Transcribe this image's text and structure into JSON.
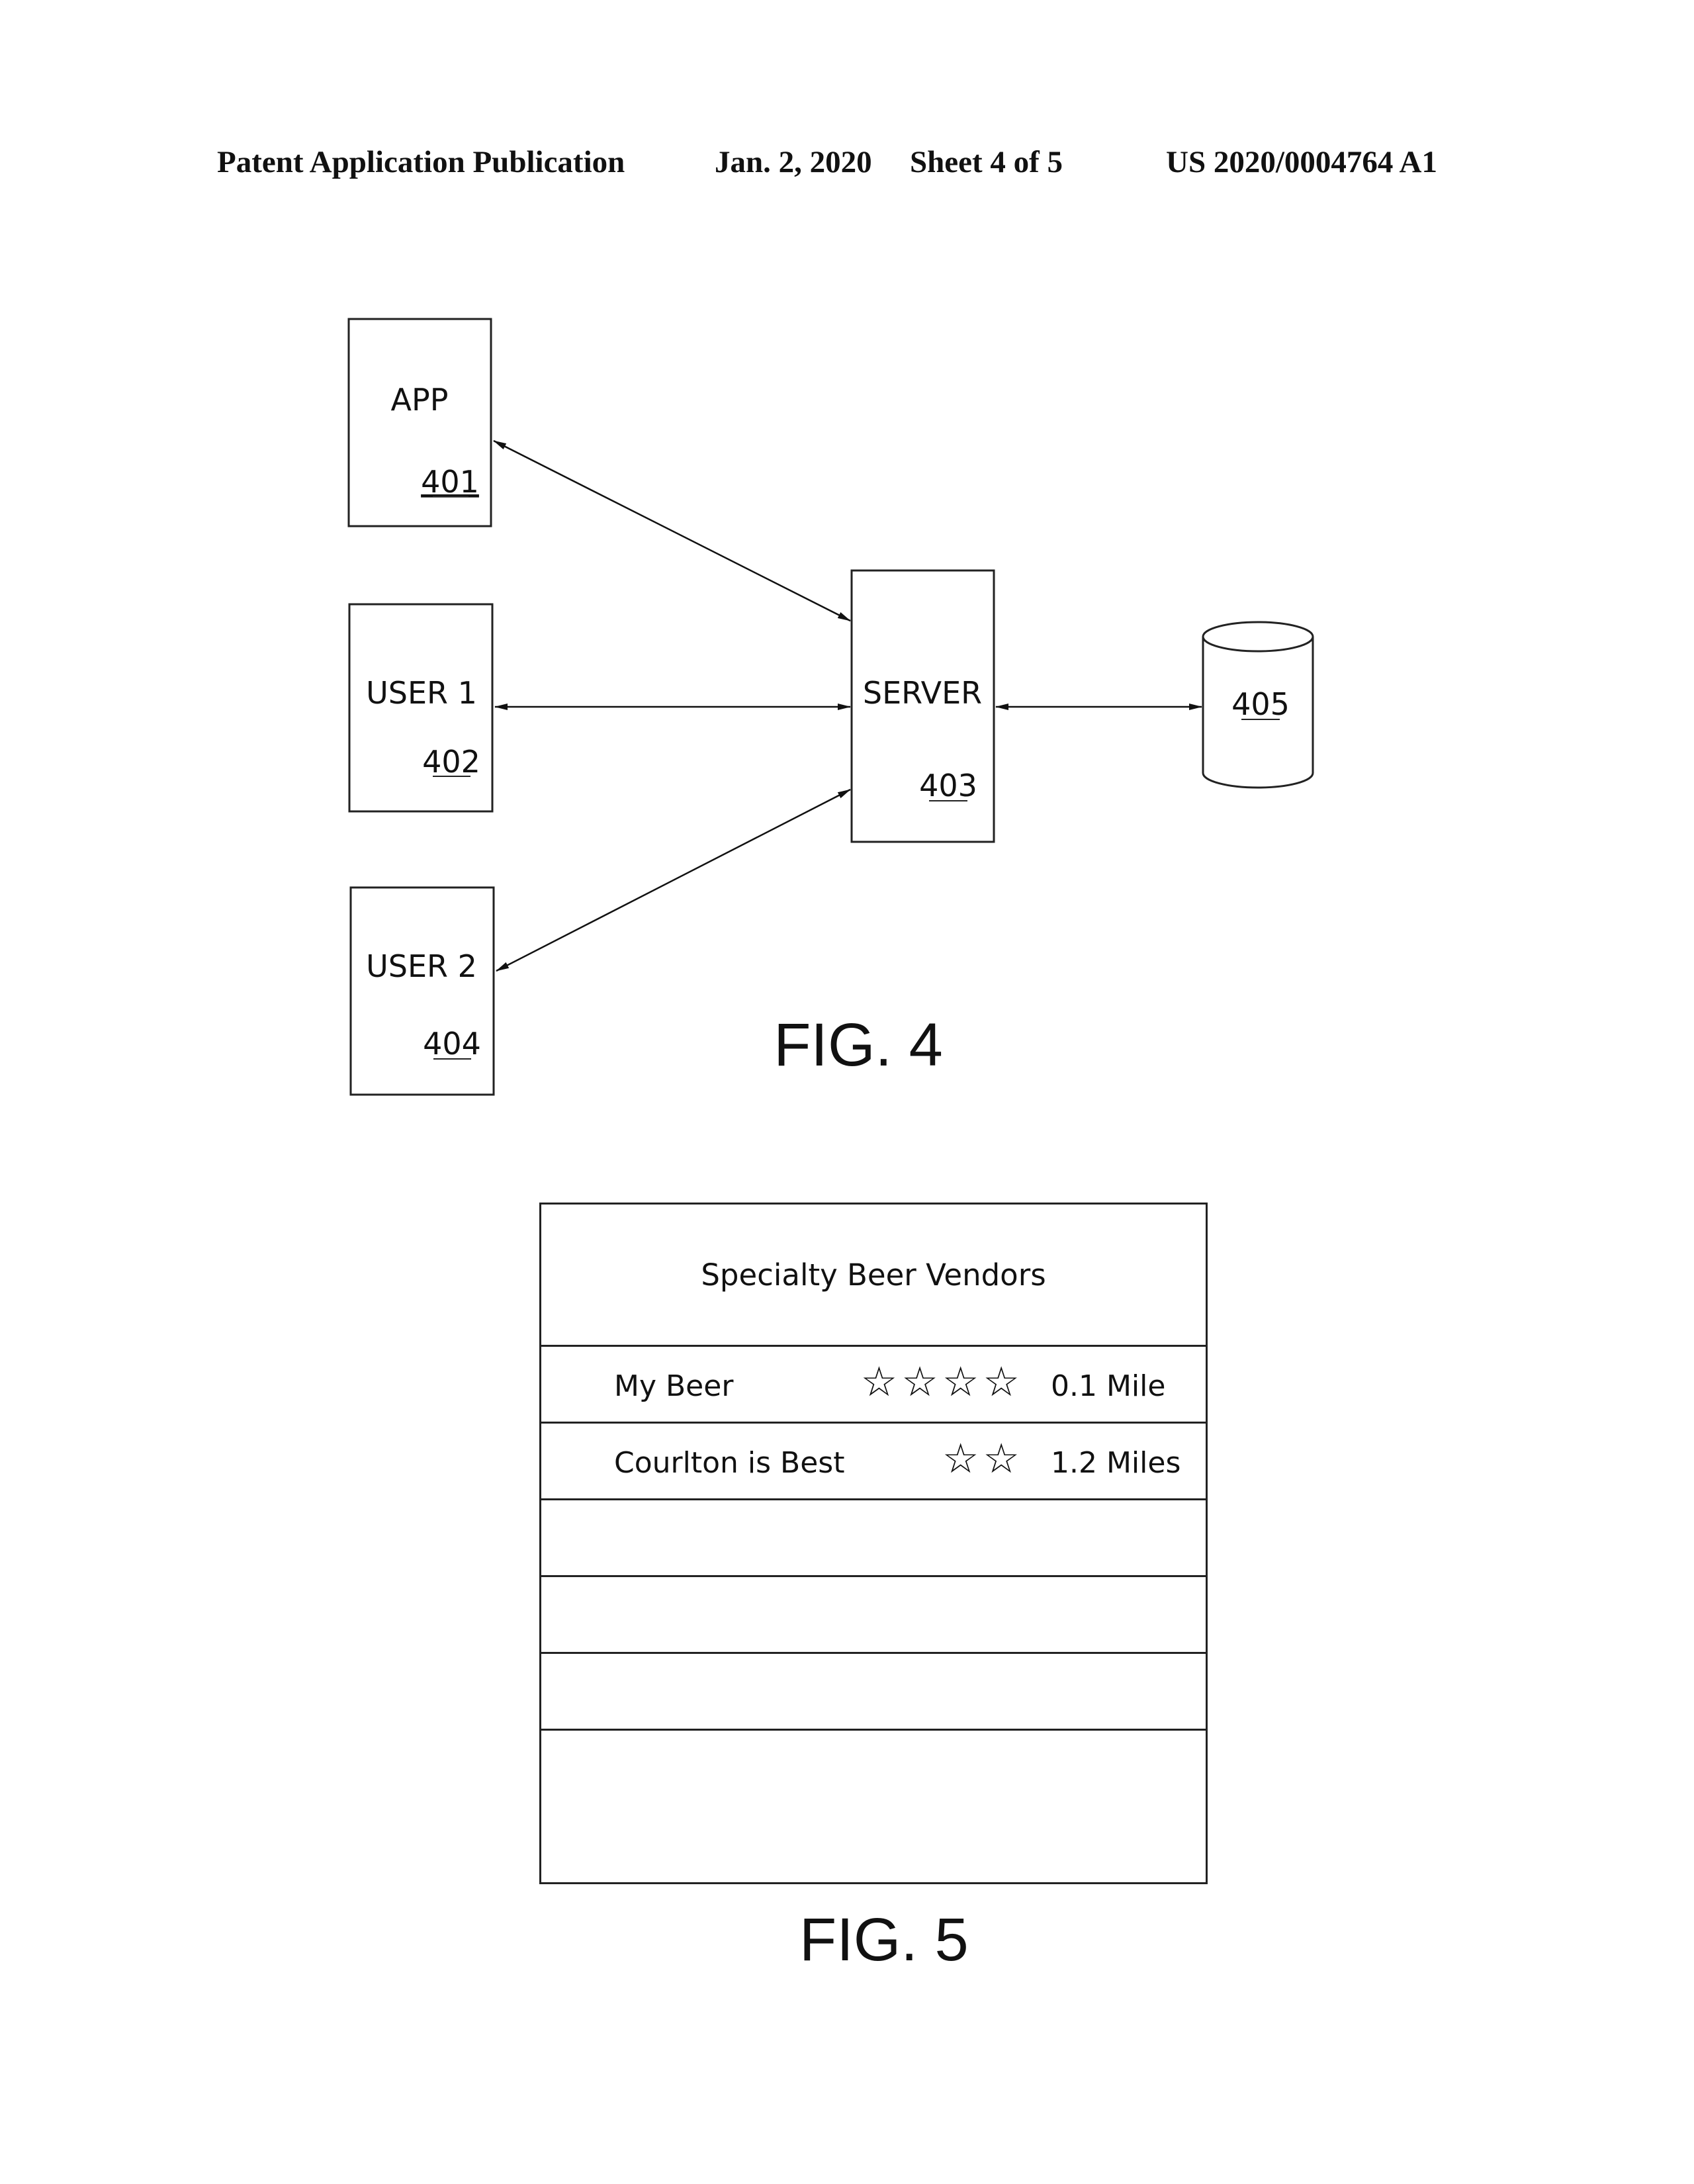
{
  "header": {
    "publication": "Patent Application Publication",
    "date": "Jan. 2, 2020",
    "sheet": "Sheet 4 of 5",
    "number": "US 2020/0004764 A1"
  },
  "fig4": {
    "caption": "FIG. 4",
    "app": {
      "label": "APP",
      "ref": "401"
    },
    "user1": {
      "label": "USER 1",
      "ref": "402"
    },
    "server": {
      "label": "SERVER",
      "ref": "403"
    },
    "user2": {
      "label": "USER 2",
      "ref": "404"
    },
    "database": {
      "ref": "405"
    }
  },
  "fig5": {
    "caption": "FIG. 5",
    "title": "Specialty Beer Vendors",
    "vendors": [
      {
        "name": "My Beer",
        "stars": "☆☆☆☆",
        "rating": 4,
        "distance": "0.1 Mile"
      },
      {
        "name": "Courlton is Best",
        "stars": "☆☆",
        "rating": 2,
        "distance": "1.2 Miles"
      }
    ],
    "empty_rows": 3
  }
}
